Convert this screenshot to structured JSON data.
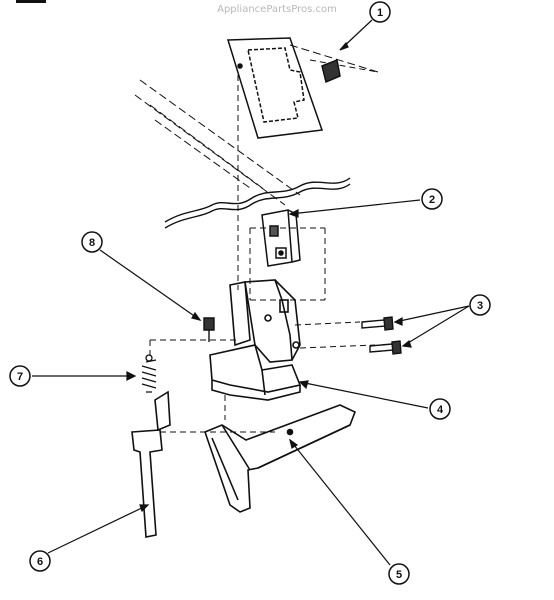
{
  "watermark": "AppliancePartsPros.com",
  "callouts": [
    {
      "id": "callout-1",
      "label": "1"
    },
    {
      "id": "callout-2",
      "label": "2"
    },
    {
      "id": "callout-3",
      "label": "3"
    },
    {
      "id": "callout-4",
      "label": "4"
    },
    {
      "id": "callout-5",
      "label": "5"
    },
    {
      "id": "callout-6",
      "label": "6"
    },
    {
      "id": "callout-7",
      "label": "7"
    },
    {
      "id": "callout-8",
      "label": "8"
    }
  ],
  "colors": {
    "line": "#111111",
    "background": "#ffffff",
    "watermark": "#b8b8b8"
  }
}
